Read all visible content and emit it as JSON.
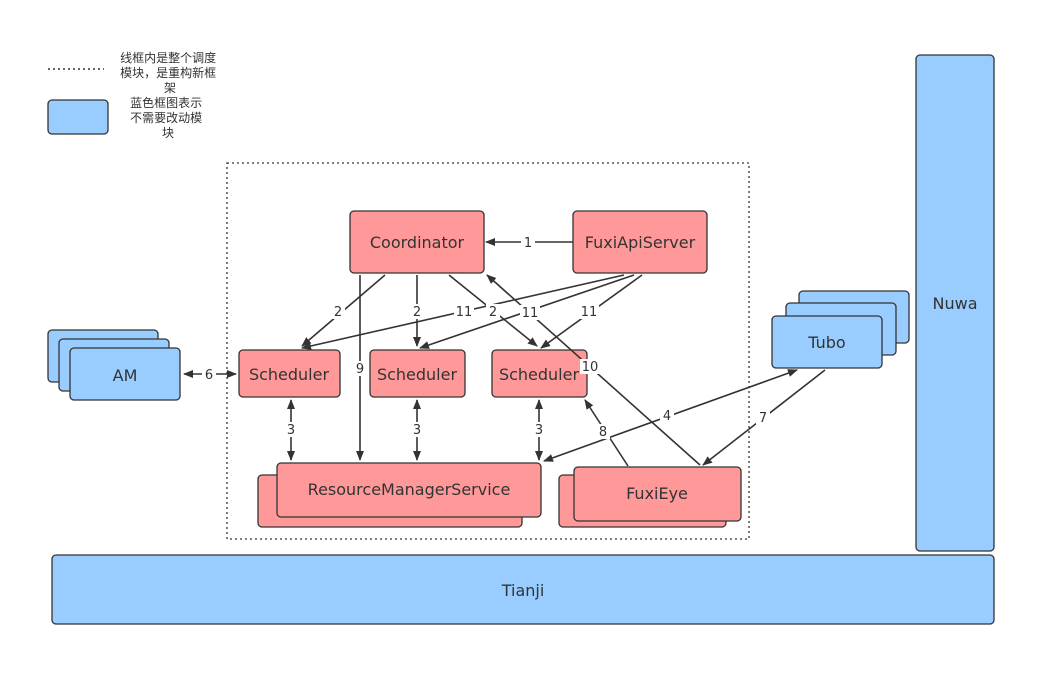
{
  "colors": {
    "red": "#ff9999",
    "blue": "#99ccff",
    "stroke": "#333333"
  },
  "legend": {
    "dotted_desc": "线框内是整个调度模块，是重构新框架",
    "blue_desc": "蓝色框图表示不需要改动模块",
    "dotted_lines": [
      "线框内是整个调度",
      "模块，是重构新框",
      "架"
    ],
    "blue_lines": [
      "蓝色框图表示",
      "不需要改动模",
      "块"
    ]
  },
  "nodes": {
    "coordinator": "Coordinator",
    "fuxiapiserver": "FuxiApiServer",
    "am": "AM",
    "scheduler1": "Scheduler",
    "scheduler2": "Scheduler",
    "scheduler3": "Scheduler",
    "rms": "ResourceManagerService",
    "fuxieye": "FuxiEye",
    "tubo": "Tubo",
    "nuwa": "Nuwa",
    "tianji": "Tianji"
  },
  "edge_labels": {
    "api_to_coord": "1",
    "coord_to_s1": "2",
    "coord_to_s2": "2",
    "coord_to_s3": "2",
    "s1_rms": "3",
    "s2_rms": "3",
    "s3_rms": "3",
    "rms_tubo": "4",
    "am_s1": "6",
    "tubo_eye": "7",
    "eye_s3": "8",
    "coord_rms": "9",
    "eye_coord": "10",
    "api_s1": "11",
    "api_s2": "11",
    "api_s3": "11"
  }
}
